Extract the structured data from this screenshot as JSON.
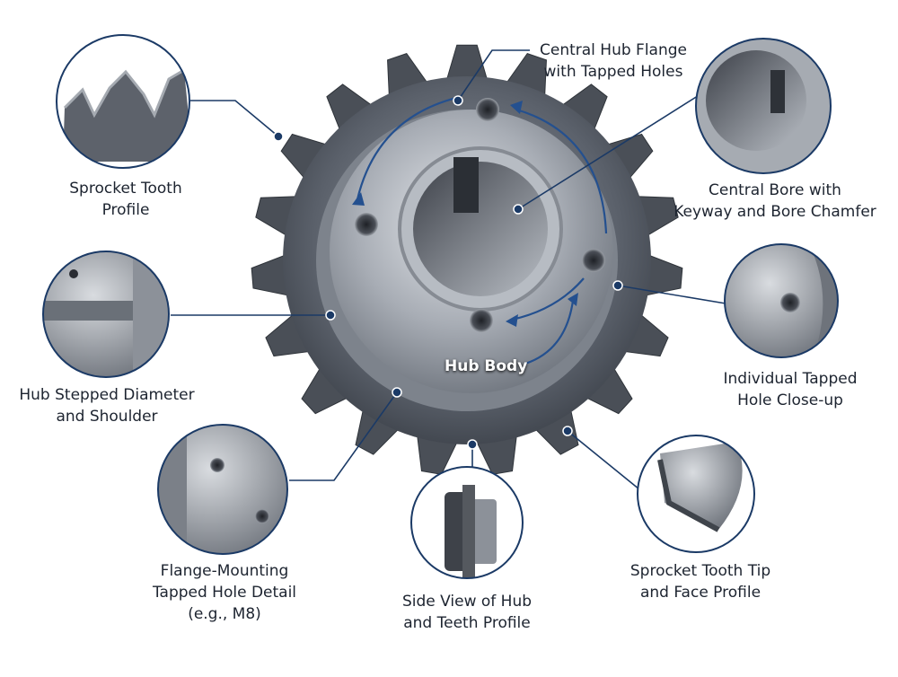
{
  "labels": {
    "central_hub_flange": "Central Hub Flange\nwith Tapped Holes",
    "central_bore": "Central Bore with\nKeyway and Bore Chamfer",
    "individual_tapped_hole": "Individual Tapped\nHole Close-up",
    "sprocket_tooth_tip": "Sprocket Tooth Tip\nand Face Profile",
    "side_view": "Side View of Hub\nand Teeth Profile",
    "flange_mounting": "Flange-Mounting\nTapped Hole Detail\n(e.g., M8)",
    "hub_stepped_diameter": "Hub Stepped Diameter\nand Shoulder",
    "sprocket_tooth_profile": "Sprocket Tooth\nProfile",
    "hub_body": "Hub Body"
  },
  "colors": {
    "leader": "#1b3a66",
    "ring": "#1b3a66",
    "steel_dark": "#4a4f57",
    "steel_mid": "#8a8f98",
    "steel_light": "#c9cdd3"
  }
}
